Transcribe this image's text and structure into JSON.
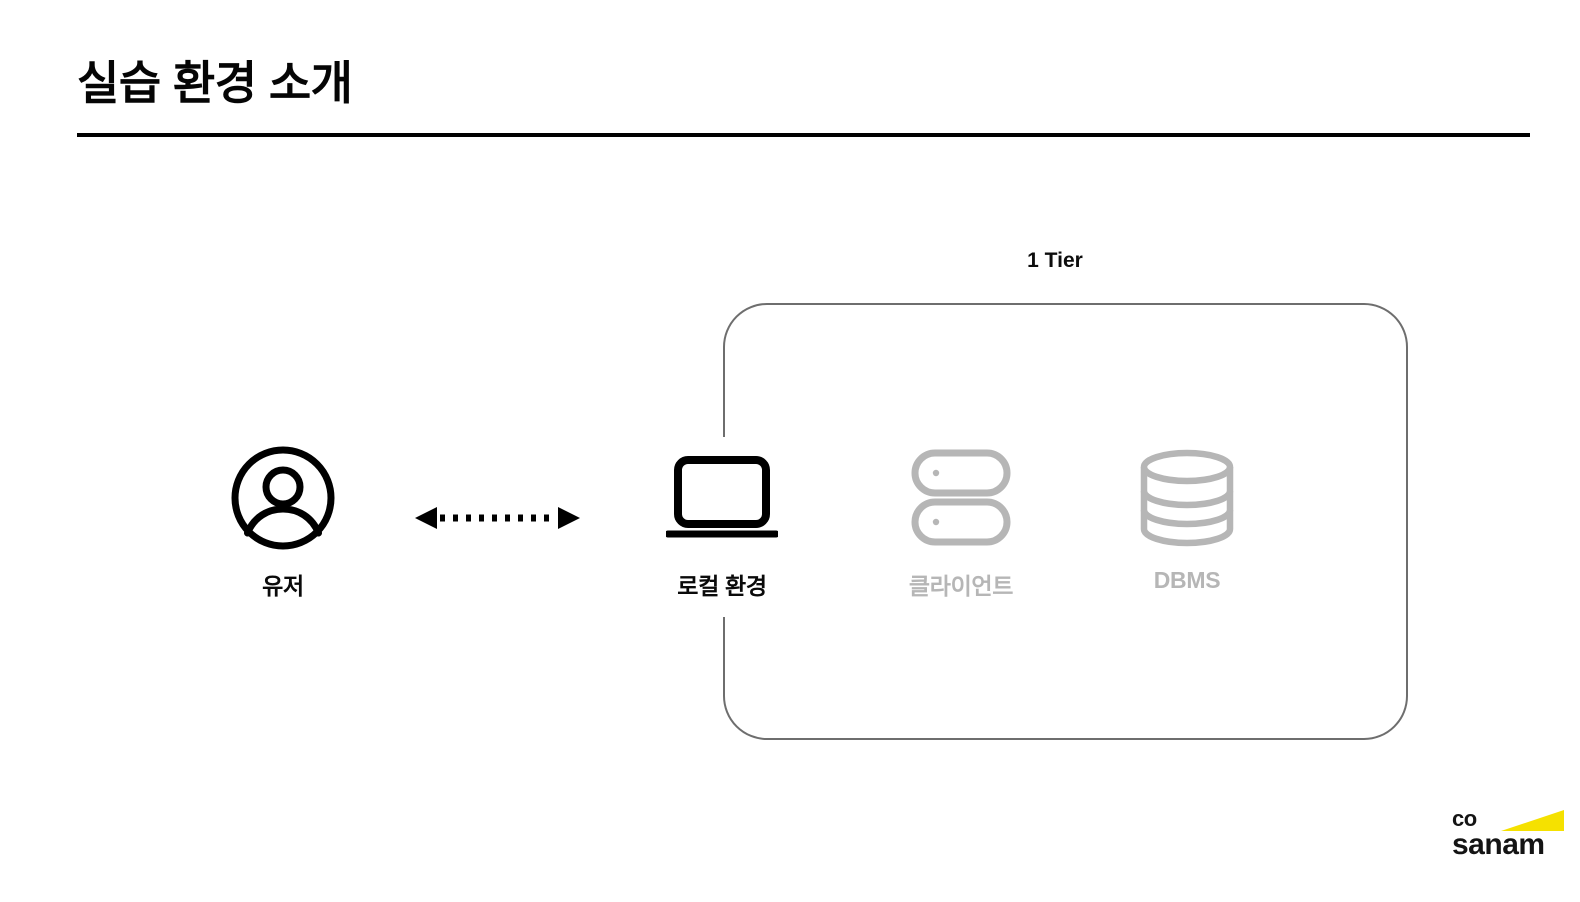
{
  "slide": {
    "title": "실습 환경 소개",
    "background_color": "#ffffff",
    "rule_color": "#000000"
  },
  "diagram": {
    "tier_label": "1 Tier",
    "boundary": {
      "name": "tier-boundary",
      "style": "rounded-rectangle",
      "border_color": "#6e6e6e",
      "contains": [
        "로컬 환경",
        "클라이언트",
        "DBMS"
      ]
    },
    "nodes": [
      {
        "id": "user",
        "label": "유저",
        "icon": "user-circle-icon",
        "state": "active",
        "color": "#000000",
        "inside_boundary": false
      },
      {
        "id": "local",
        "label": "로컬 환경",
        "icon": "laptop-icon",
        "state": "active",
        "color": "#000000",
        "inside_boundary": true
      },
      {
        "id": "client",
        "label": "클라이언트",
        "icon": "server-stack-icon",
        "state": "dimmed",
        "color": "#b6b6b6",
        "inside_boundary": true
      },
      {
        "id": "dbms",
        "label": "DBMS",
        "icon": "database-cylinder-icon",
        "state": "dimmed",
        "color": "#b6b6b6",
        "inside_boundary": true
      }
    ],
    "connectors": [
      {
        "id": "user-local",
        "from": "user",
        "to": "local",
        "style": "dotted",
        "arrowheads": "both",
        "color": "#000000"
      }
    ]
  },
  "logo": {
    "line1": "co",
    "line2": "sanam",
    "wedge_color": "#F5E100",
    "text_color": "#141414"
  }
}
